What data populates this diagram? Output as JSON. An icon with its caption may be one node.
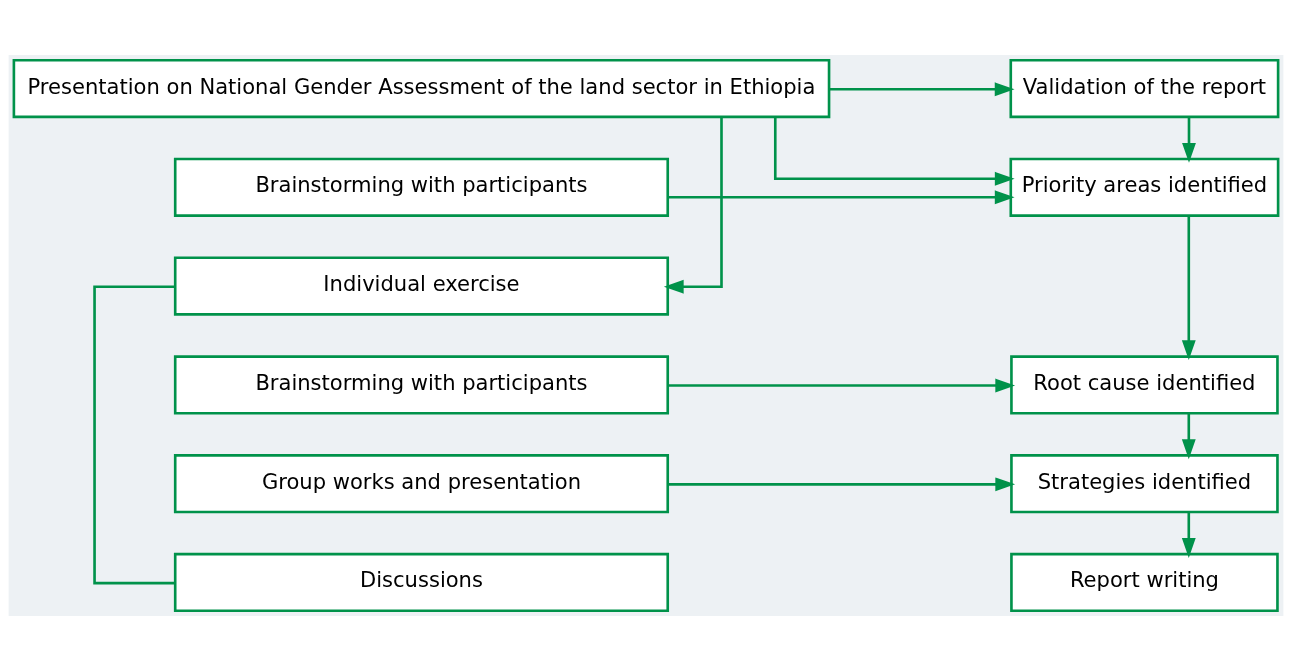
{
  "diagram": {
    "nodes": [
      {
        "text": [
          "Presentation on National Gender Assessment of the land sector in Ethiopia"
        ]
      },
      {
        "text": [
          "Validation of the report"
        ]
      },
      {
        "text": [
          "Brainstorming with participants"
        ]
      },
      {
        "text": [
          "Priority areas identified"
        ]
      },
      {
        "text": [
          "Individual exercise"
        ]
      },
      {
        "text": [
          "Brainstorming with participants"
        ]
      },
      {
        "text": [
          "Root cause identified"
        ]
      },
      {
        "text": [
          "Group works and presentation"
        ]
      },
      {
        "text": [
          "Strategies identified"
        ]
      },
      {
        "text": [
          "Discussions"
        ]
      },
      {
        "text": [
          "Report writing"
        ]
      }
    ],
    "edges": [
      {
        "from": 0,
        "to": 1,
        "arrow": "to"
      },
      {
        "from": 0,
        "to": 3,
        "arrow": "to"
      },
      {
        "from": 0,
        "to": 4,
        "arrow": "to"
      },
      {
        "from": 1,
        "to": 3,
        "arrow": "to"
      },
      {
        "from": 2,
        "to": 3,
        "arrow": "to"
      },
      {
        "from": 3,
        "to": 6,
        "arrow": "to"
      },
      {
        "from": 4,
        "to": 9,
        "arrow": "none"
      },
      {
        "from": 5,
        "to": 6,
        "arrow": "to"
      },
      {
        "from": 6,
        "to": 8,
        "arrow": "to"
      },
      {
        "from": 7,
        "to": 8,
        "arrow": "to"
      },
      {
        "from": 8,
        "to": 10,
        "arrow": "to"
      }
    ]
  }
}
